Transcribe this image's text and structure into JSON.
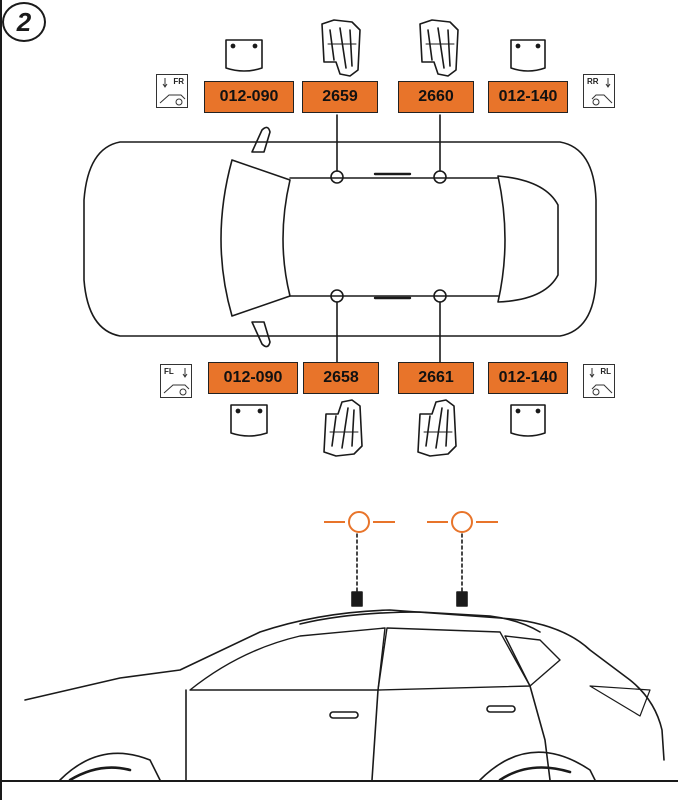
{
  "step": {
    "number": "2"
  },
  "parts": {
    "top": [
      "012-090",
      "2659",
      "2660",
      "012-140"
    ],
    "bottom": [
      "012-090",
      "2658",
      "2661",
      "012-140"
    ]
  },
  "positions": {
    "front_right": "FR",
    "rear_right": "RR",
    "front_left": "FL",
    "rear_left": "RL"
  },
  "colors": {
    "part_box": "#e8742a",
    "accent_circle": "#e8742a",
    "line": "#1a1a1a"
  },
  "icons": [
    "pad-icon",
    "foot-clamp-icon",
    "car-door-icon",
    "roof-point-icon"
  ]
}
